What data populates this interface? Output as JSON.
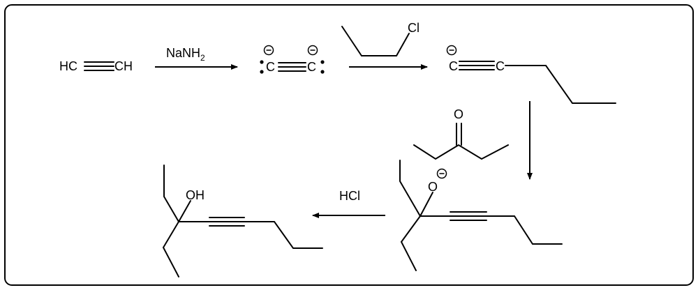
{
  "acetylene": {
    "left": "HC",
    "right": "CH"
  },
  "step1": {
    "reagent": "NaNH",
    "reagent_subscript": "2"
  },
  "acetylide": {
    "left": "C",
    "right": "C",
    "charge": "−"
  },
  "step2": {
    "reagent_atom": "Cl"
  },
  "hexynyl": {
    "left": "C",
    "right": "C",
    "charge": "−"
  },
  "step3": {
    "reagent_atom": "O"
  },
  "alkoxide": {
    "atom": "O",
    "charge": "−"
  },
  "step4": {
    "reagent": "HCl"
  },
  "alcohol": {
    "group": "OH"
  }
}
